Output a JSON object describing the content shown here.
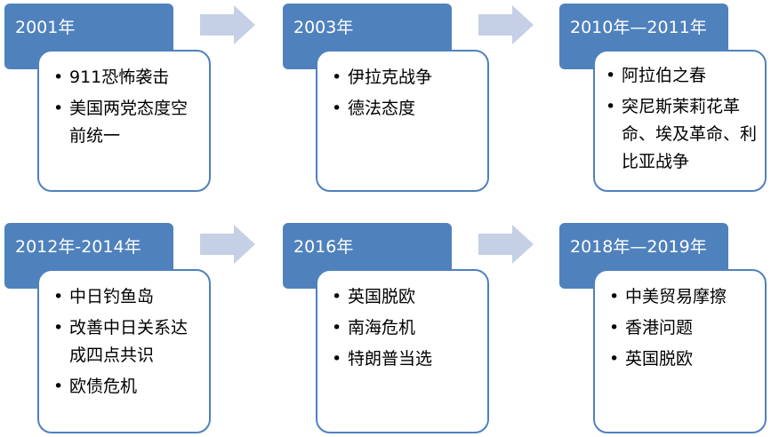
{
  "colors": {
    "accent": "#4f81bd",
    "arrow": "#c5d0e6"
  },
  "bullet": "•",
  "arrows": [
    {
      "icon": "right-arrow-icon"
    },
    {
      "icon": "right-arrow-icon"
    },
    {
      "icon": "right-arrow-icon"
    },
    {
      "icon": "right-arrow-icon"
    }
  ],
  "periods": [
    {
      "label": "2001年",
      "items": [
        "911恐怖袭击",
        "美国两党态度空前统一"
      ]
    },
    {
      "label": "2003年",
      "items": [
        "伊拉克战争",
        "德法态度"
      ]
    },
    {
      "label": "2010年—2011年",
      "items": [
        "阿拉伯之春",
        "突尼斯茉莉花革命、埃及革命、利比亚战争"
      ]
    },
    {
      "label": "2012年-2014年",
      "items": [
        "中日钓鱼岛",
        "改善中日关系达成四点共识",
        "欧债危机"
      ]
    },
    {
      "label": "2016年",
      "items": [
        "英国脱欧",
        "南海危机",
        "特朗普当选"
      ]
    },
    {
      "label": "2018年—2019年",
      "items": [
        "中美贸易摩擦",
        "香港问题",
        "英国脱欧"
      ]
    }
  ]
}
